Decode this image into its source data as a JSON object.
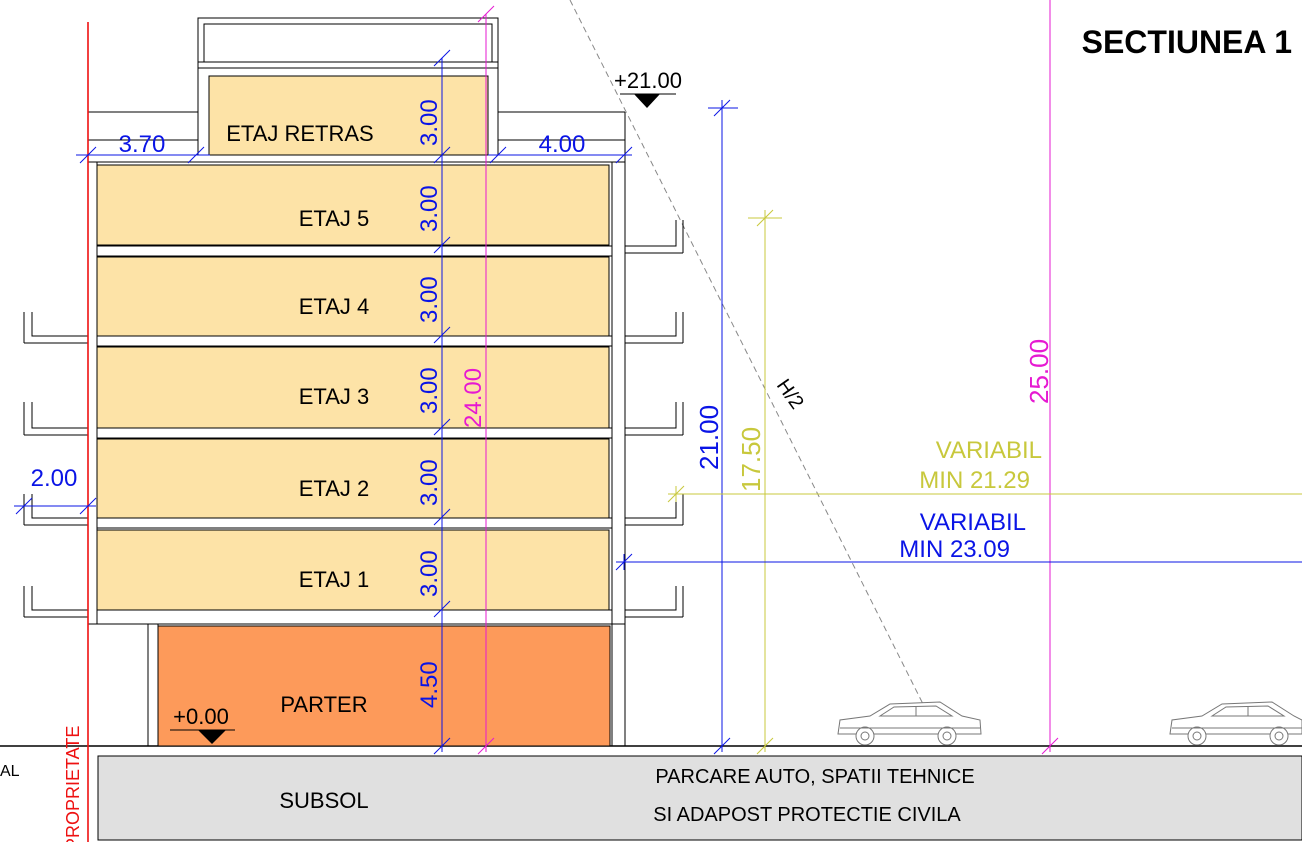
{
  "title": "SECTIUNEA 1",
  "floors": {
    "etaj_retras": "ETAJ RETRAS",
    "etaj5": "ETAJ 5",
    "etaj4": "ETAJ 4",
    "etaj3": "ETAJ 3",
    "etaj2": "ETAJ 2",
    "etaj1": "ETAJ 1",
    "parter": "PARTER",
    "subsol": "SUBSOL"
  },
  "basement_description": [
    "PARCARE AUTO, SPATII TEHNICE",
    "SI ADAPOST PROTECTIE CIVILA"
  ],
  "levels": {
    "top": "+21.00",
    "ground": "+0.00"
  },
  "floor_heights": {
    "etaj_retras": "3.00",
    "etaj5": "3.00",
    "etaj4": "3.00",
    "etaj3": "3.00",
    "etaj2": "3.00",
    "etaj1": "3.00",
    "parter": "4.50"
  },
  "dimensions": {
    "setback_left": "3.70",
    "setback_right": "4.00",
    "balcony_left": "2.00",
    "total_height_magenta": "24.00",
    "height_limit_magenta": "25.00",
    "height_blue": "21.00",
    "height_olive": "17.50",
    "half_height_label": "H/2"
  },
  "distances": {
    "olive_label": "VARIABIL",
    "olive_value": "MIN 21.29",
    "blue_label": "VARIABIL",
    "blue_value": "MIN 23.09"
  },
  "property_label": "PROPRIETATE",
  "left_cut_text": "AL",
  "colors": {
    "floor_fill": "#fde3a7",
    "parter_fill": "#fd9a5a",
    "subsol_fill": "#e0e0e0",
    "dim_blue": "#0a14e6",
    "dim_magenta": "#e619d2",
    "dim_olive": "#c8c83c",
    "property_red": "#ee1111"
  }
}
